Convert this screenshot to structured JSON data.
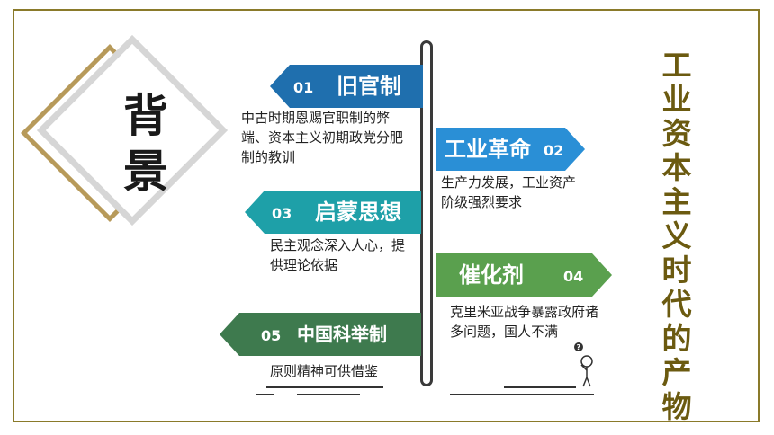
{
  "background_label": "背景",
  "vertical_title": "工业资本主义时代的产物",
  "signs": [
    {
      "num": "01",
      "label": "旧官制",
      "desc": "中古时期恩赐官职制的弊端、资本主义初期政党分肥制的教训",
      "color": "#1f6fae"
    },
    {
      "num": "02",
      "label": "工业革命",
      "desc": "生产力发展，工业资产阶级强烈要求",
      "color": "#2a8fd6"
    },
    {
      "num": "03",
      "label": "启蒙思想",
      "desc": "民主观念深入人心，提供理论依据",
      "color": "#1ea0a8"
    },
    {
      "num": "04",
      "label": "催化剂",
      "desc": "克里米亚战争暴露政府诸多问题，国人不满",
      "color": "#5aa04e"
    },
    {
      "num": "05",
      "label": "中国科举制",
      "desc": "原则精神可供借鉴",
      "color": "#3e7a4e"
    }
  ],
  "colors": {
    "frame": "#8a7a2a",
    "title": "#6b5a10",
    "pole": "#3a3a3a"
  }
}
